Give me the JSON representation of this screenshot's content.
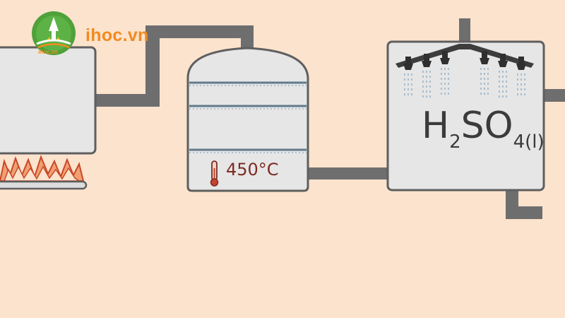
{
  "logo": {
    "brand": "ihoc.vn",
    "small_text": "ihoc.vn",
    "colors": {
      "green": "#4fa13a",
      "orange": "#f28a20"
    }
  },
  "reactor": {
    "temperature_label": "450°C",
    "icon": "thermometer-icon"
  },
  "absorber": {
    "formula": {
      "element1": "H",
      "sub1": "2",
      "element2": "SO",
      "sub2": "4",
      "phase": "(l)"
    },
    "nozzle_icon": "spray-nozzle-icon"
  },
  "furnace": {
    "icon": "flame-icon"
  },
  "colors": {
    "background": "#fbe3cd",
    "vessel_fill": "#e6e6e6",
    "outline": "#5f5f5f",
    "pipe": "#6e6e6e",
    "flame": "#d4552b",
    "spray": "#9ab4c7"
  }
}
